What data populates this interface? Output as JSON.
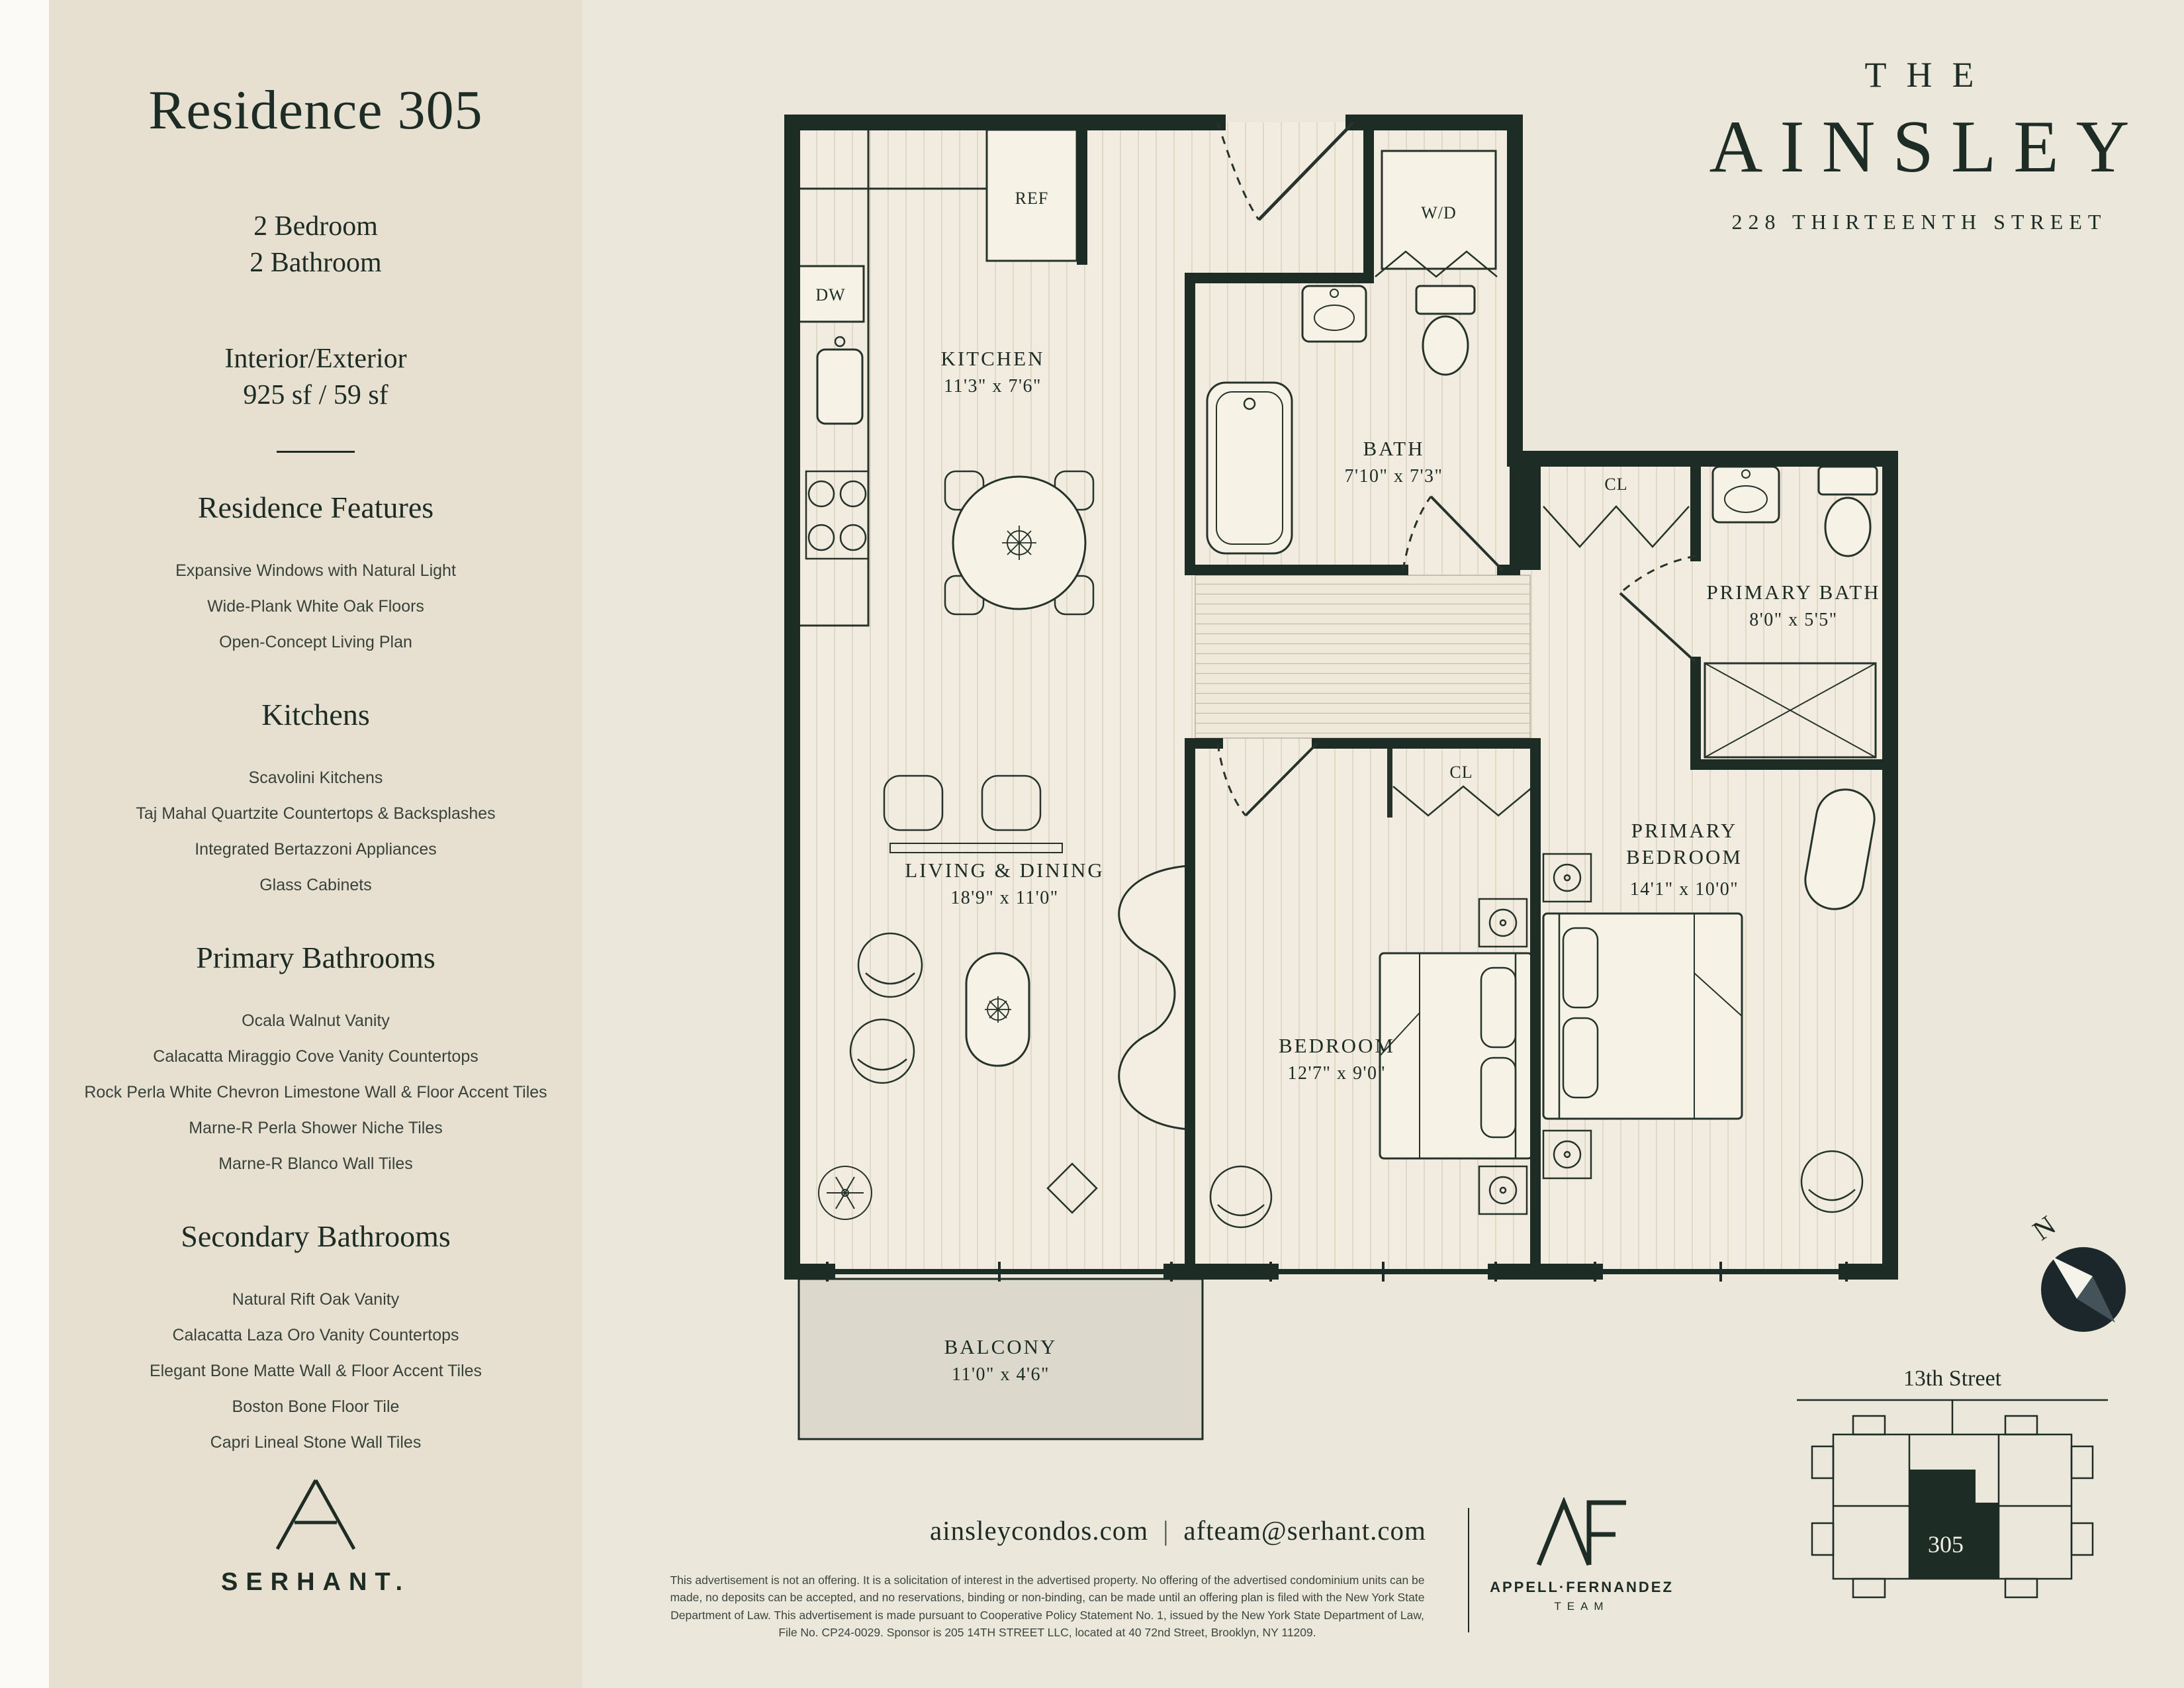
{
  "page": {
    "bg": "#ece7db",
    "accent": "#1d2c25"
  },
  "sidebar": {
    "title": "Residence 305",
    "bed_bath": [
      "2 Bedroom",
      "2 Bathroom"
    ],
    "area_label": "Interior/Exterior",
    "area_value": "925 sf / 59 sf",
    "sections": [
      {
        "heading": "Residence Features",
        "items": [
          "Expansive Windows with Natural Light",
          "Wide-Plank White Oak Floors",
          "Open-Concept Living Plan"
        ]
      },
      {
        "heading": "Kitchens",
        "items": [
          "Scavolini Kitchens",
          "Taj Mahal Quartzite Countertops & Backsplashes",
          "Integrated Bertazzoni Appliances",
          "Glass Cabinets"
        ]
      },
      {
        "heading": "Primary Bathrooms",
        "items": [
          "Ocala Walnut Vanity",
          "Calacatta Miraggio Cove Vanity Countertops",
          "Rock Perla White Chevron Limestone Wall & Floor Accent Tiles",
          "Marne-R Perla Shower Niche Tiles",
          "Marne-R Blanco Wall Tiles"
        ]
      },
      {
        "heading": "Secondary Bathrooms",
        "items": [
          "Natural Rift Oak Vanity",
          "Calacatta Laza Oro Vanity Countertops",
          "Elegant Bone Matte Wall & Floor Accent Tiles",
          "Boston Bone Floor Tile",
          "Capri Lineal Stone Wall Tiles"
        ]
      }
    ],
    "brand": "SERHANT."
  },
  "header": {
    "the": "THE",
    "name": "AINSLEY",
    "address": "228 THIRTEENTH STREET"
  },
  "floorplan": {
    "kitchen_name": "KITCHEN",
    "kitchen_dims": "11'3\" x 7'6\"",
    "bath_name": "BATH",
    "bath_dims": "7'10\" x 7'3\"",
    "primary_bath_name": "PRIMARY BATH",
    "primary_bath_dims": "8'0\" x 5'5\"",
    "living_name": "LIVING & DINING",
    "living_dims": "18'9\" x 11'0\"",
    "bedroom_name": "BEDROOM",
    "bedroom_dims": "12'7\" x 9'0\"",
    "primary_bedroom_line1": "PRIMARY",
    "primary_bedroom_line2": "BEDROOM",
    "primary_bedroom_dims": "14'1\" x 10'0\"",
    "balcony_name": "BALCONY",
    "balcony_dims": "11'0\" x 4'6\"",
    "ref": "REF",
    "dw": "DW",
    "wd": "W/D",
    "cl": "CL"
  },
  "compass": {
    "north": "N"
  },
  "keyplan": {
    "street": "13th Street",
    "unit": "305"
  },
  "footer": {
    "website": "ainsleycondos.com",
    "separator": "|",
    "email": "afteam@serhant.com",
    "disclaimer": "This advertisement is not an offering. It is a solicitation of interest in the advertised property. No offering of the advertised condominium units can be made, no deposits can be accepted, and no reservations, binding or non-binding, can be made until an offering plan is filed with the New York State Department of Law. This advertisement is made pursuant to Cooperative Policy Statement No. 1, issued by the New York State Department of Law, File No. CP24-0029. Sponsor is 205 14TH STREET LLC, located at 40 72nd Street, Brooklyn, NY 11209.",
    "team_name": "APPELL·FERNANDEZ",
    "team_sub": "TEAM"
  }
}
